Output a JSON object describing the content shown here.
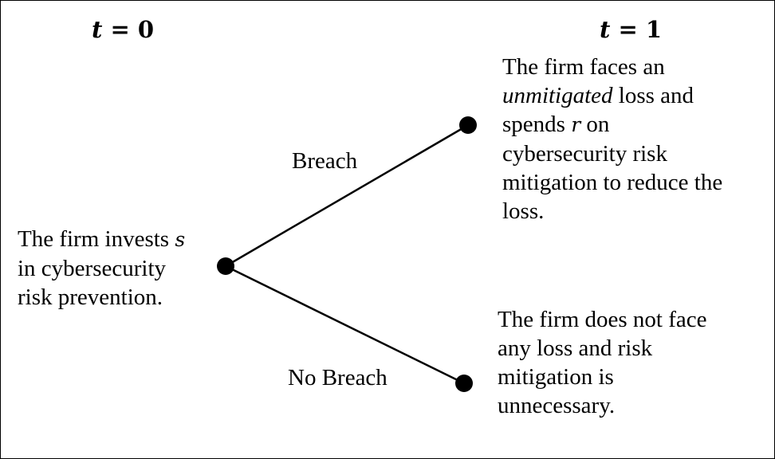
{
  "headings": {
    "t0": {
      "var": "t",
      "rest": " = 0"
    },
    "t1": {
      "var": "t",
      "rest": " = 1"
    }
  },
  "root": {
    "lines": [
      "The firm invests ",
      "in cybersecurity",
      "risk prevention."
    ],
    "var": "s"
  },
  "edges": {
    "breach": "Breach",
    "no_breach": "No Breach"
  },
  "breach_outcome": {
    "line1": "The firm faces an",
    "line2_em": "unmitigated",
    "line2_rest": " loss and",
    "line3": "spends ",
    "line3_var": "r",
    "line3_rest": " on",
    "line4": "cybersecurity risk",
    "line5": "mitigation to reduce the",
    "line6": "loss."
  },
  "no_breach_outcome": {
    "lines": [
      "The firm does not face",
      "any loss and risk",
      "mitigation is",
      "unnecessary."
    ]
  },
  "colors": {
    "ink": "#000000",
    "background": "#ffffff"
  }
}
